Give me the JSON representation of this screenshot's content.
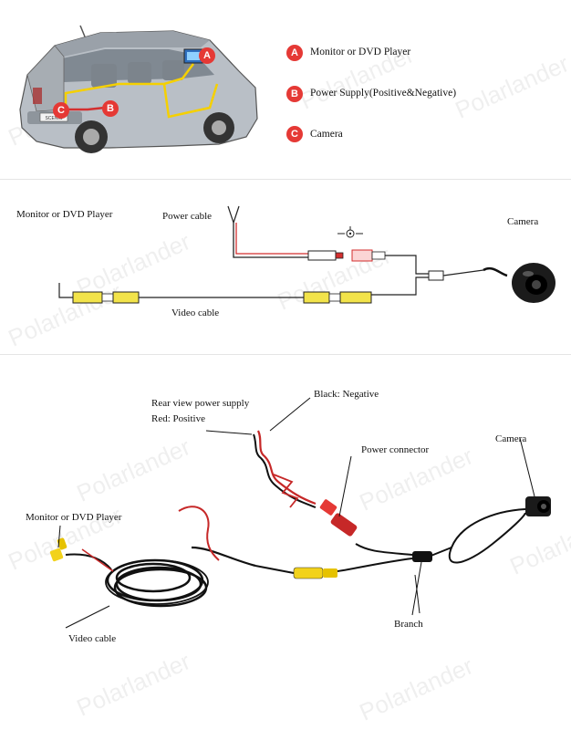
{
  "legend": {
    "items": [
      {
        "badge": "A",
        "text": "Monitor or DVD Player"
      },
      {
        "badge": "B",
        "text": "Power Supply(Positive&Negative)"
      },
      {
        "badge": "C",
        "text": "Camera"
      }
    ]
  },
  "car": {
    "badges": [
      "A",
      "B",
      "C"
    ],
    "plate": "SCENIC"
  },
  "wiring": {
    "monitor": "Monitor or DVD Player",
    "power_cable": "Power cable",
    "camera": "Camera",
    "video_cable": "Video cable"
  },
  "photo": {
    "rear_power": "Rear view power supply",
    "red_positive": "Red: Positive",
    "black_negative": "Black: Negative",
    "power_connector": "Power connector",
    "camera": "Camera",
    "monitor": "Monitor or DVD Player",
    "video_cable": "Video cable",
    "branch": "Branch"
  },
  "watermark": "Polarlander",
  "colors": {
    "badge": "#e53935",
    "power_wire": "#d32f2f",
    "video_plug": "#f2e34a"
  }
}
